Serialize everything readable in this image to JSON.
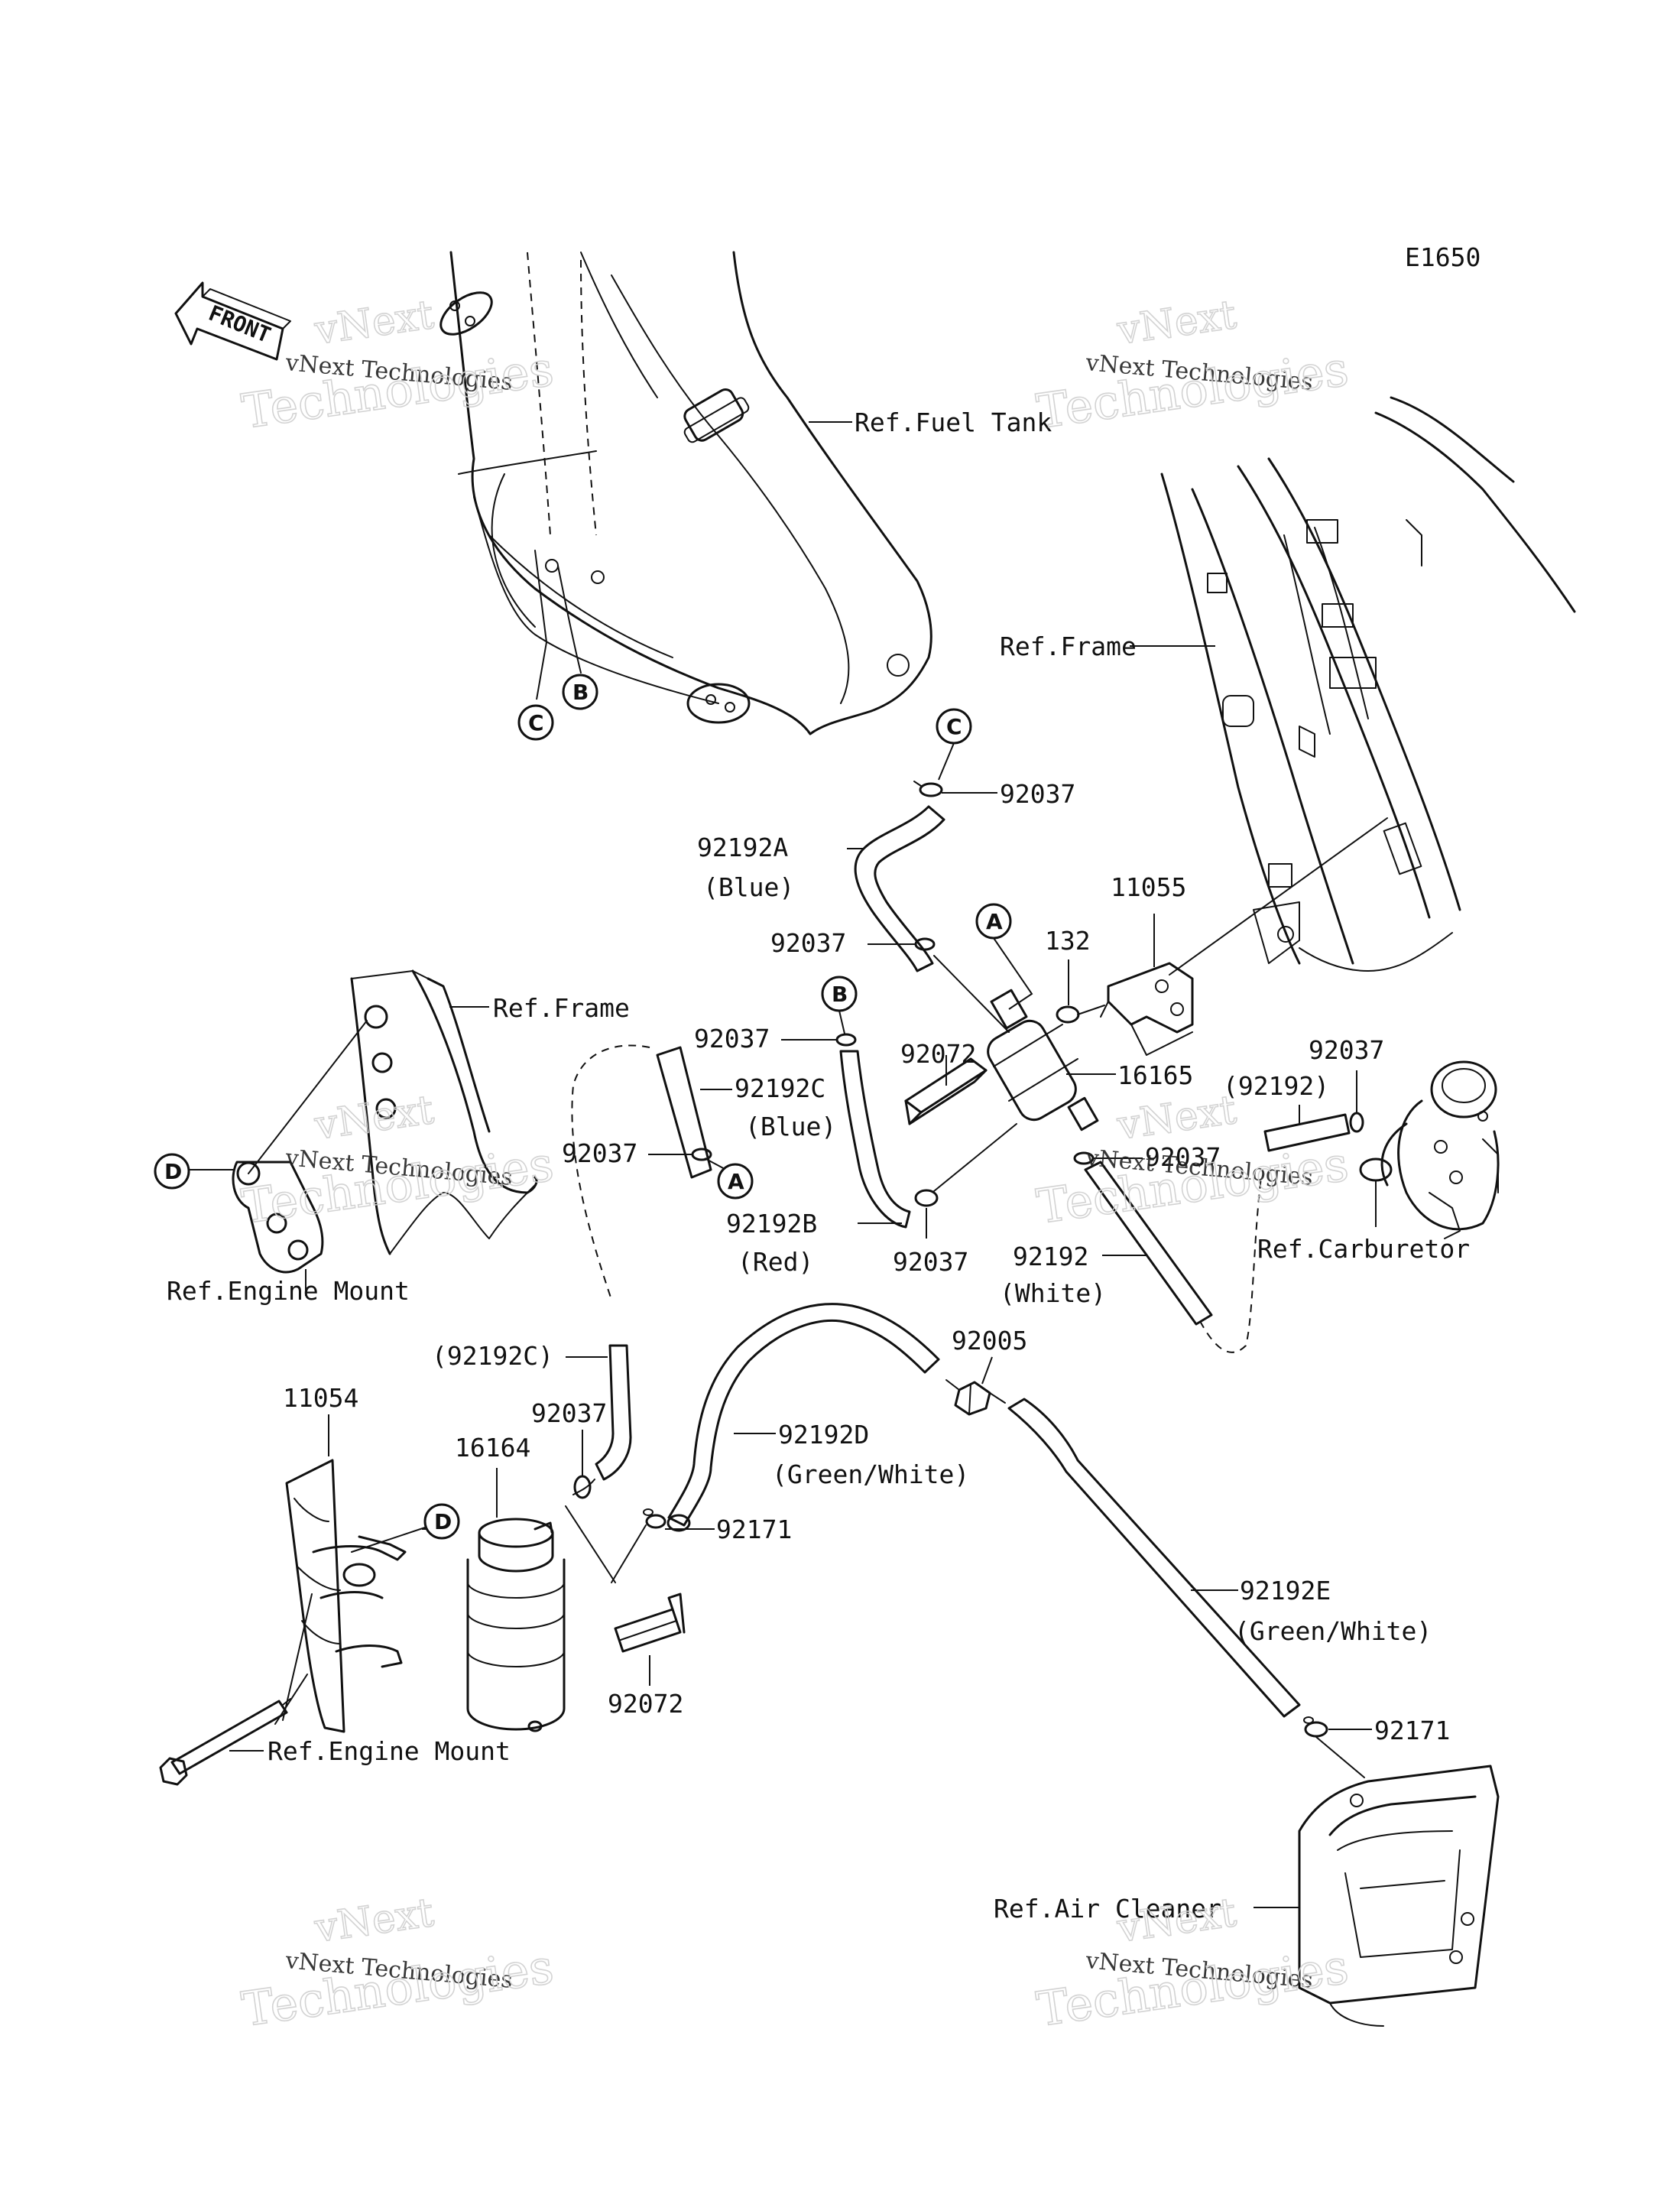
{
  "diagram_code": "E1650",
  "front_label": "FRONT",
  "watermark": {
    "line1": "vNext",
    "line2": "vNext Technologies",
    "line3": "Technologies"
  },
  "labels": {
    "ref_fuel_tank": "Ref.Fuel Tank",
    "ref_frame_right": "Ref.Frame",
    "ref_frame_left": "Ref.Frame",
    "ref_engine_mount_upper": "Ref.Engine Mount",
    "ref_engine_mount_lower": "Ref.Engine Mount",
    "ref_carburetor": "Ref.Carburetor",
    "ref_air_cleaner": "Ref.Air Cleaner",
    "p92037_a": "92037",
    "p92192A": "92192A",
    "p92192A_color": "(Blue)",
    "p92037_b": "92037",
    "p11055": "11055",
    "p132": "132",
    "p92037_c": "92037",
    "p92072_a": "92072",
    "p16165": "16165",
    "p92192C": "92192C",
    "p92192C_color": "(Blue)",
    "p92037_d": "92037",
    "p92192B": "92192B",
    "p92192B_color": "(Red)",
    "p92037_e": "92037",
    "p92192_paren": "(92192)",
    "p92037_f": "92037",
    "p92037_g": "92037",
    "p92192": "92192",
    "p92192_color": "(White)",
    "p92005": "92005",
    "p92192C_paren": "(92192C)",
    "p92037_h": "92037",
    "p92192D": "92192D",
    "p92192D_color": "(Green/White)",
    "p11054": "11054",
    "p16164": "16164",
    "p92171_a": "92171",
    "p92072_b": "92072",
    "p92192E": "92192E",
    "p92192E_color": "(Green/White)",
    "p92171_b": "92171"
  },
  "callouts": {
    "A": "A",
    "B": "B",
    "C": "C",
    "D": "D"
  }
}
